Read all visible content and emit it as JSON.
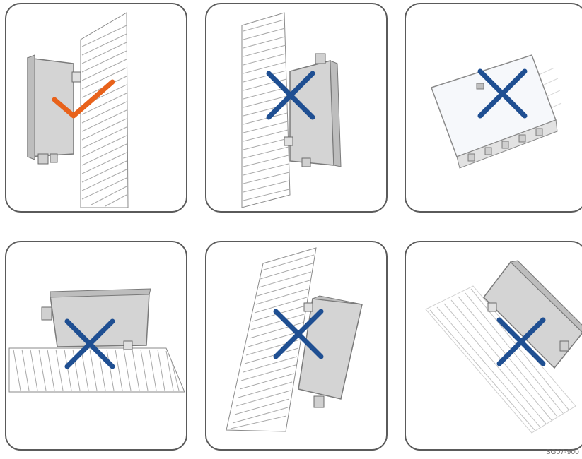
{
  "figure": {
    "code": "SG07-900",
    "panels": [
      {
        "id": "p1",
        "verdict": "correct",
        "mark": "check-icon",
        "description_key": "vertical-wall-mount"
      },
      {
        "id": "p2",
        "verdict": "incorrect",
        "mark": "cross-icon",
        "description_key": "vertical-wall-mount-reversed"
      },
      {
        "id": "p3",
        "verdict": "incorrect",
        "mark": "cross-icon",
        "description_key": "lying-flat-on-back"
      },
      {
        "id": "p4",
        "verdict": "incorrect",
        "mark": "cross-icon",
        "description_key": "horizontal-on-ground"
      },
      {
        "id": "p5",
        "verdict": "incorrect",
        "mark": "cross-icon",
        "description_key": "tilted-forward"
      },
      {
        "id": "p6",
        "verdict": "incorrect",
        "mark": "cross-icon",
        "description_key": "tilted-backward"
      }
    ],
    "colors": {
      "check": "#e8621b",
      "cross": "#1f4f92",
      "frame": "#5a5a5a",
      "device_body": "#d4d4d4",
      "device_edge": "#7a7a7a",
      "hatch": "#a9a9a9"
    }
  }
}
